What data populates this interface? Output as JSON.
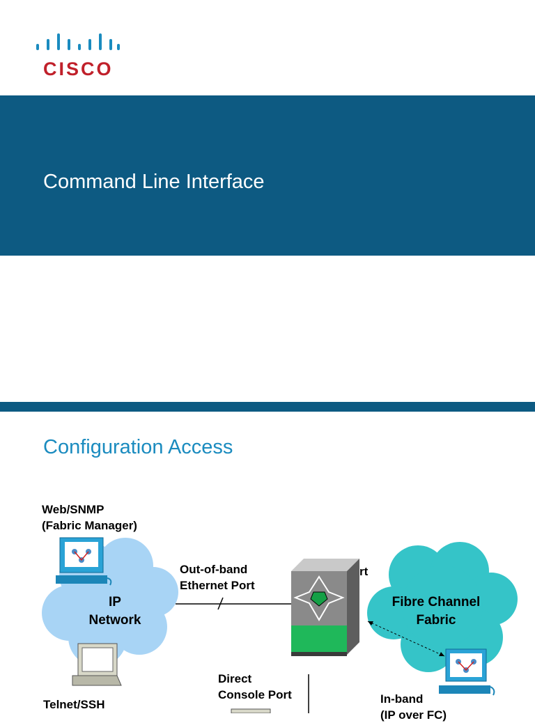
{
  "slide1": {
    "logo_text": "CISCO",
    "title": "Command Line Interface"
  },
  "slide2": {
    "title": "Configuration Access",
    "labels": {
      "web_snmp_line1": "Web/SNMP",
      "web_snmp_line2": "(Fabric Manager)",
      "oob_line1": "Out-of-band",
      "oob_line2": "Ethernet Port",
      "ip_network_line1": "IP",
      "ip_network_line2": "Network",
      "fc_fabric_line1": "Fibre Channel",
      "fc_fabric_line2": "Fabric",
      "partial_port": "rt",
      "direct_line1": "Direct",
      "direct_line2": "Console Port",
      "telnet_ssh": "Telnet/SSH",
      "inband_line1": "In-band",
      "inband_line2": "(IP over FC)"
    }
  },
  "colors": {
    "band_blue": "#0d5a82",
    "title_blue": "#1a8bbf",
    "cisco_red": "#c0202a",
    "ip_cloud": "#a8d4f5",
    "fc_cloud": "#35c4c8"
  },
  "icons": [
    "cisco-logo-bars",
    "management-workstation-icon",
    "terminal-pc-icon",
    "mds-switch-icon",
    "fc-workstation-icon"
  ]
}
